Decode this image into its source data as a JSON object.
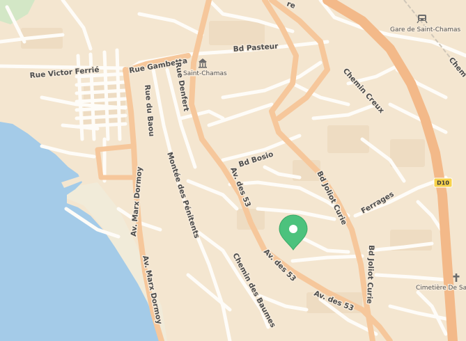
{
  "colors": {
    "land": "#f4e6d0",
    "water": "#a4cbe8",
    "sand": "#f1ebd9",
    "park": "#d3e7c6",
    "road_minor": "#fefcf8",
    "road_major": "#f6c79b",
    "road_primary": "#f3b989",
    "pin": "#4cc27d",
    "label": "#4d4d4d",
    "shield": "#f7d24a"
  },
  "streets": {
    "rue_victor_ferrie": "Rue Victor Ferrié",
    "rue_gambetta": "Rue Gambetta",
    "bd_pasteur": "Bd Pasteur",
    "rue_denfert": "Rue Denfert",
    "rue_du_baou": "Rue du Baou",
    "chemin_creux": "Chemin Creux",
    "bd_bosio": "Bd Bosio",
    "bd_joliot_curie_upper": "Bd Joliot Curie",
    "bd_joliot_curie_lower": "Bd Joliot Curie",
    "ferrages": "Ferrages",
    "montee_des_penitents": "Montée des Pénitents",
    "av_marx_dormoy_upper": "Av. Marx Dormoy",
    "av_marx_dormoy_lower": "Av. Marx Dormoy",
    "av_des_53_upper": "Av. des 53",
    "av_des_53_middle": "Av. des 53",
    "av_des_53_lower": "Av. des 53",
    "chemin_des_baumes": "Chemin des Baumes",
    "chem_partial": "Chem",
    "top_partial": "re"
  },
  "pois": {
    "saint_chamas": "Saint-Chamas",
    "gare": "Gare de Saint-Chamas",
    "cimetiere": "Cimetière De Sain"
  },
  "shield": {
    "label": "D10"
  },
  "icons": {
    "town_hall": "town-hall-icon",
    "station": "train-station-icon",
    "cemetery": "cemetery-cross-icon",
    "pin": "location-pin-icon"
  }
}
